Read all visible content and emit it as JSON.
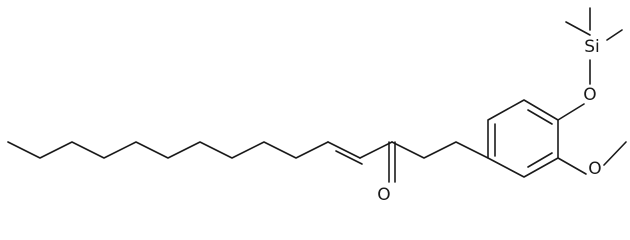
{
  "molecule": {
    "atoms": [
      {
        "id": "oxygen-ether-upper",
        "label": "O"
      },
      {
        "id": "silicon",
        "label": "Si"
      },
      {
        "id": "oxygen-methoxy",
        "label": "O"
      },
      {
        "id": "oxygen-carbonyl",
        "label": "O"
      }
    ]
  }
}
